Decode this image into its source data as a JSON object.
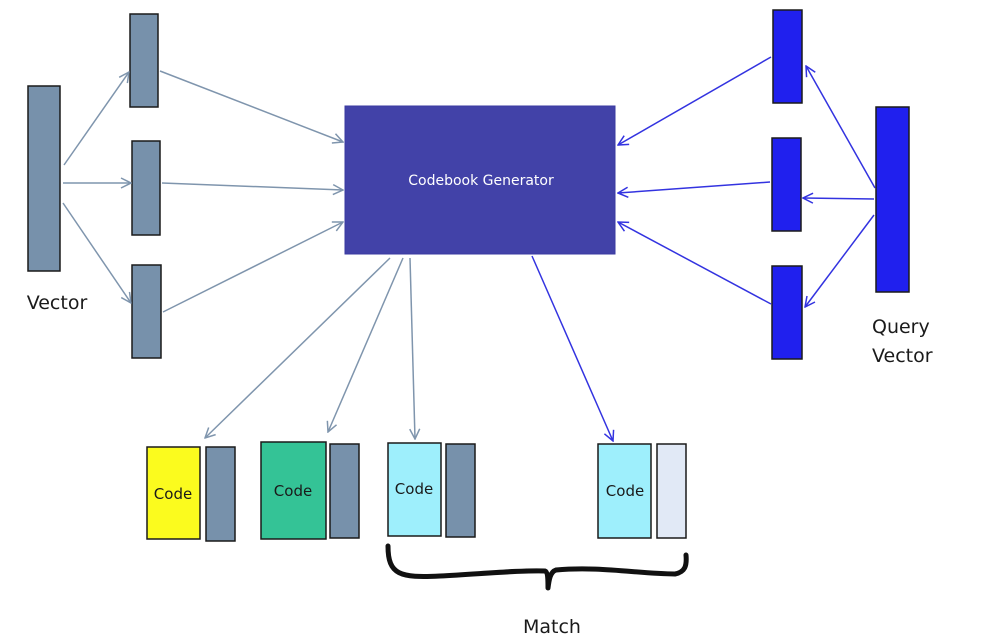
{
  "title": "Codebook Generator diagram",
  "colors": {
    "gray_block": "#7791ab",
    "query_block": "#2020ee",
    "generator": "#4242a8",
    "gray_arrow": "#7f95ad",
    "blue_arrow": "#3333e0",
    "code_yellow": "#fbfb1e",
    "code_green": "#34c396",
    "code_cyan": "#9eeffc",
    "light_block": "#e1e9f6"
  },
  "generator": {
    "label": "Codebook Generator"
  },
  "left": {
    "label": "Vector"
  },
  "right": {
    "label_line1": "Query",
    "label_line2": "Vector"
  },
  "codes": [
    {
      "label": "Code",
      "color_key": "code_yellow",
      "pair_color_key": "gray_block"
    },
    {
      "label": "Code",
      "color_key": "code_green",
      "pair_color_key": "gray_block"
    },
    {
      "label": "Code",
      "color_key": "code_cyan",
      "pair_color_key": "gray_block"
    },
    {
      "label": "Code",
      "color_key": "code_cyan",
      "pair_color_key": "light_block"
    }
  ],
  "match": {
    "label": "Match"
  }
}
